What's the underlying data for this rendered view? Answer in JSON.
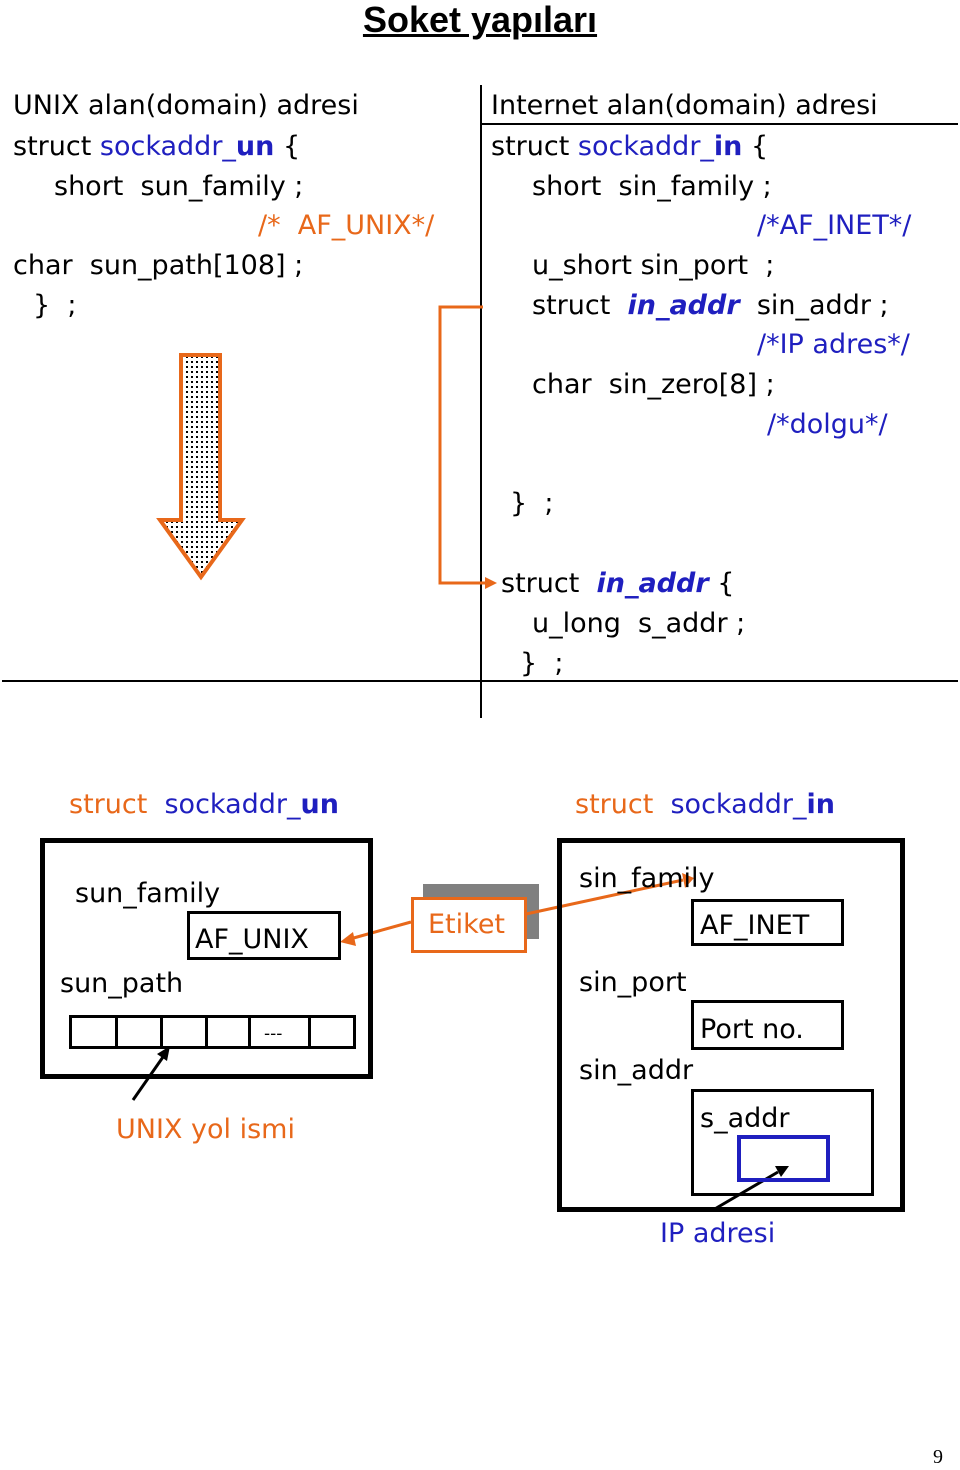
{
  "title": "Soket yapıları",
  "unix": {
    "heading": "UNIX alan(domain) adresi",
    "struct_kw": "struct",
    "struct_name_prefix": "sockaddr_",
    "struct_name_suffix": "un",
    "open_brace": "{",
    "field1": "short  sun_family ;",
    "field1_comment": "/*  AF_UNIX*/",
    "field2": "char  sun_path[108] ;",
    "close": "}  ;"
  },
  "inet": {
    "heading": "Internet alan(domain) adresi",
    "struct_kw": "struct",
    "struct_name_prefix": "sockaddr_",
    "struct_name_suffix": "in",
    "open_brace": "{",
    "field1": "short  sin_family ;",
    "field1_comment": "/*AF_INET*/",
    "field2": "u_short sin_port  ;",
    "field3_kw": "struct",
    "field3_type": "in_addr",
    "field3_rest": "sin_addr ;",
    "field3_comment": "/*IP adres*/",
    "field4": "char  sin_zero[8] ;",
    "field4_comment": "/*dolgu*/",
    "close": "}  ;"
  },
  "in_addr": {
    "struct_kw": "struct",
    "type": "in_addr",
    "open_brace": "{",
    "field": "u_long  s_addr ;",
    "close": "}  ;"
  },
  "diagram": {
    "unix_label_kw": "struct",
    "unix_label_prefix": "sockaddr_",
    "unix_label_suffix": "un",
    "inet_label_kw": "struct",
    "inet_label_prefix": "sockaddr_",
    "inet_label_suffix": "in",
    "sun_family": "sun_family",
    "af_unix": "AF_UNIX",
    "sun_path": "sun_path",
    "path_ellipsis": "---",
    "unix_path_caption": "UNIX yol ismi",
    "etiket": "Etiket",
    "sin_family": "sin_family",
    "af_inet": "AF_INET",
    "sin_port": "sin_port",
    "port_no": "Port no.",
    "sin_addr": "sin_addr",
    "s_addr": "s_addr",
    "ip_caption": "IP adresi"
  },
  "page_number": "9",
  "colors": {
    "blue": "#1f1fbf",
    "orange": "#e8681a",
    "black": "#000000"
  }
}
